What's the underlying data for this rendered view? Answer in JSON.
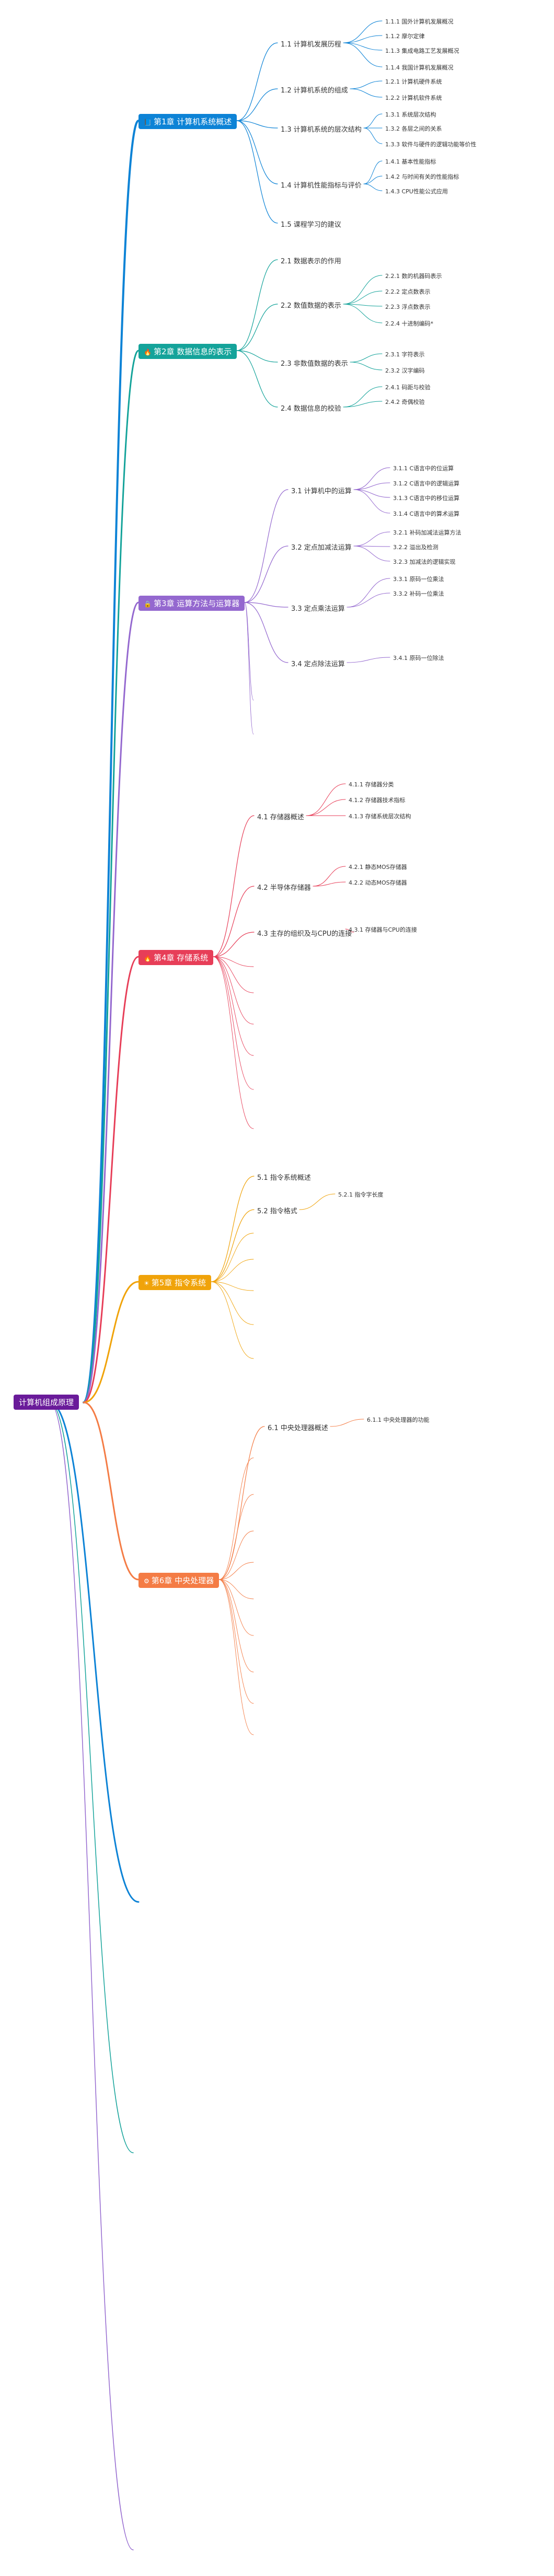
{
  "root": {
    "label": "计算机组成原理",
    "color": "#6a1b9a"
  },
  "chapters": [
    {
      "label": "第1章 计算机系统概述",
      "color": "#0d83d6",
      "icon": "folder-icon",
      "glyph": "📘",
      "children": [
        {
          "label": "1.1 计算机发展历程",
          "children": [
            "1.1.1 国外计算机发展概况",
            "1.1.2 摩尔定律",
            "1.1.3 集成电路工艺发展概况",
            "1.1.4 我国计算机发展概况"
          ]
        },
        {
          "label": "1.2 计算机系统的组成",
          "children": [
            "1.2.1 计算机硬件系统",
            "1.2.2 计算机软件系统"
          ]
        },
        {
          "label": "1.3 计算机系统的层次结构",
          "children": [
            "1.3.1 系统层次结构",
            "1.3.2 各层之间的关系",
            "1.3.3 软件与硬件的逻辑功能等价性"
          ]
        },
        {
          "label": "1.4 计算机性能指标与评价",
          "children": [
            "1.4.1 基本性能指标",
            "1.4.2 与时间有关的性能指标",
            "1.4.3 CPU性能公式应用"
          ]
        },
        {
          "label": "1.5 课程学习的建议",
          "children": []
        }
      ]
    },
    {
      "label": "第2章 数据信息的表示",
      "color": "#14a39a",
      "icon": "fire-icon",
      "glyph": "🔥",
      "children": [
        {
          "label": "2.1 数据表示的作用",
          "children": []
        },
        {
          "label": "2.2 数值数据的表示",
          "children": [
            "2.2.1 数的机器码表示",
            "2.2.2 定点数表示",
            "2.2.3 浮点数表示",
            "2.2.4 十进制编码*"
          ]
        },
        {
          "label": "2.3 非数值数据的表示",
          "children": [
            "2.3.1 字符表示",
            "2.3.2 汉字编码"
          ]
        },
        {
          "label": "2.4 数据信息的校验",
          "children": [
            "2.4.1 码距与校验",
            "2.4.2 奇偶校验"
          ]
        }
      ]
    },
    {
      "label": "第3章 运算方法与运算器",
      "color": "#9468cf",
      "icon": "lock-icon",
      "glyph": "🔒",
      "children": [
        {
          "label": "3.1 计算机中的运算",
          "children": [
            "3.1.1 C语言中的位运算",
            "3.1.2 C语言中的逻辑运算",
            "3.1.3 C语言中的移位运算",
            "3.1.4 C语言中的算术运算"
          ]
        },
        {
          "label": "3.2 定点加减法运算",
          "children": [
            "3.2.1 补码加减法运算方法",
            "3.2.2 溢出及检测",
            "3.2.3 加减法的逻辑实现"
          ]
        },
        {
          "label": "3.3 定点乘法运算",
          "children": [
            "3.3.1 原码一位乘法",
            "3.3.2 补码一位乘法"
          ]
        },
        {
          "label": "3.4 定点除法运算",
          "children": [
            "3.4.1 原码一位除法"
          ]
        }
      ]
    },
    {
      "label": "第4章 存储系统",
      "color": "#e73e58",
      "icon": "flame-icon",
      "glyph": "🔥",
      "children": [
        {
          "label": "4.1 存储器概述",
          "children": [
            "4.1.1 存储器分类",
            "4.1.2 存储器技术指标",
            "4.1.3 存储系统层次结构"
          ]
        },
        {
          "label": "4.2 半导体存储器",
          "children": [
            "4.2.1 静态MOS存储器",
            "4.2.2 动态MOS存储器"
          ]
        },
        {
          "label": "4.3 主存的组织及与CPU的连接",
          "children": [
            "4.3.1 存储器与CPU的连接"
          ]
        }
      ]
    },
    {
      "label": "第5章 指令系统",
      "color": "#f0a30a",
      "icon": "sun-icon",
      "glyph": "☀",
      "children": [
        {
          "label": "5.1 指令系统概述",
          "children": []
        },
        {
          "label": "5.2 指令格式",
          "children": [
            "5.2.1 指令字长度"
          ]
        }
      ]
    },
    {
      "label": "第6章 中央处理器",
      "color": "#f47c45",
      "icon": "gear-icon",
      "glyph": "⚙",
      "children": [
        {
          "label": "6.1 中央处理器概述",
          "children": [
            "6.1.1 中央处理器的功能"
          ]
        }
      ]
    }
  ]
}
